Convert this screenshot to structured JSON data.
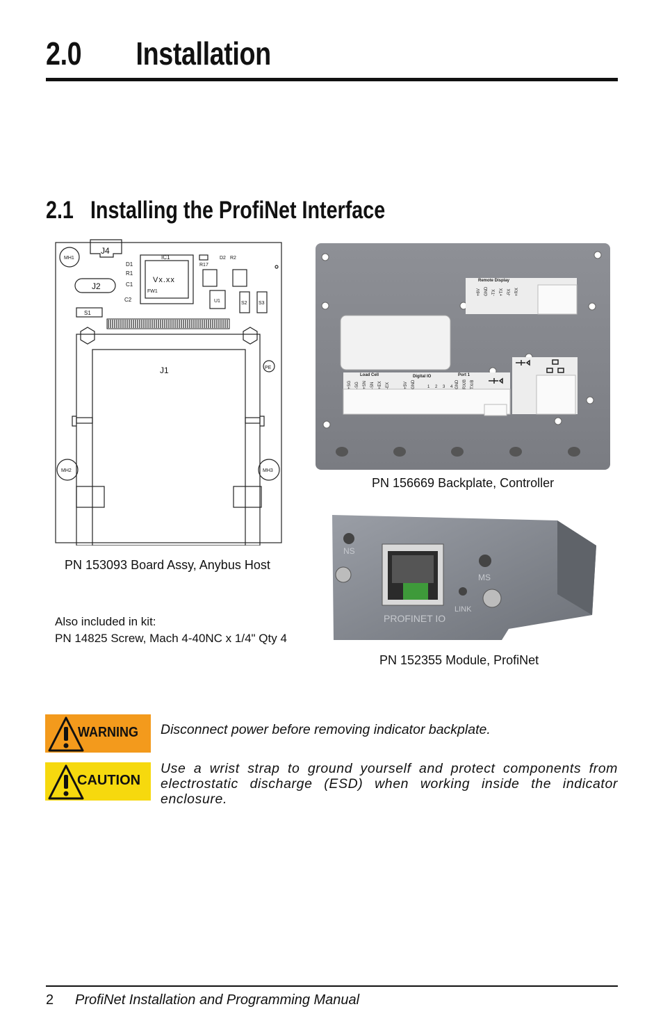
{
  "heading1": {
    "number": "2.0",
    "title": "Installation"
  },
  "heading2": {
    "number": "2.1",
    "title": "Installing the ProfiNet Interface"
  },
  "board": {
    "labels": {
      "j4": "J4",
      "j2": "J2",
      "j1": "J1",
      "mh1": "MH1",
      "mh2": "MH2",
      "mh3": "MH3",
      "ic1": "IC1",
      "vxxx": "Vx.xx",
      "fw1": "FW1",
      "d1": "D1",
      "r1": "R1",
      "c1": "C1",
      "c2": "C2",
      "r17": "R17",
      "d2": "D2",
      "r2": "R2",
      "s1": "S1",
      "u1": "U1",
      "s2": "S2",
      "s3": "S3",
      "pe": "PE"
    },
    "caption": "PN 153093 Board Assy, Anybus Host"
  },
  "backplate": {
    "caption": "PN 156669 Backplate, Controller",
    "labels": {
      "remote_display": "Remote Display",
      "load_cell": "Load Cell",
      "digital_io": "Digital IO",
      "port1": "Port 1",
      "remote_pins": [
        "+6V",
        "GND",
        "-TX",
        "+TX",
        "-RX",
        "+RX"
      ],
      "load_pins": [
        "+SG",
        "-SG",
        "+SN",
        "-SN",
        "+EX",
        "-EX"
      ],
      "dio_pins": [
        "+5V",
        "GND",
        "1",
        "2",
        "3",
        "4"
      ],
      "port_pins": [
        "GND",
        "RX/B",
        "TX/B"
      ]
    }
  },
  "module": {
    "caption": "PN 152355 Module, ProfiNet",
    "labels": {
      "ns": "NS",
      "ms": "MS",
      "link": "LINK",
      "brand": "PROFINET IO"
    }
  },
  "kit": {
    "line1": "Also included in kit:",
    "line2": "PN 14825 Screw, Mach 4-40NC x 1/4\" Qty 4"
  },
  "warning": {
    "label": "WARNING",
    "text": "Disconnect power before removing indicator backplate.",
    "color": "#f39a1c"
  },
  "caution": {
    "label": "CAUTION",
    "text": "Use a wrist strap to ground yourself and protect components from electrostatic discharge (ESD) when working inside the indicator enclosure.",
    "color": "#f6d90e"
  },
  "footer": {
    "page": "2",
    "title": "ProfiNet Installation and Programming Manual"
  }
}
